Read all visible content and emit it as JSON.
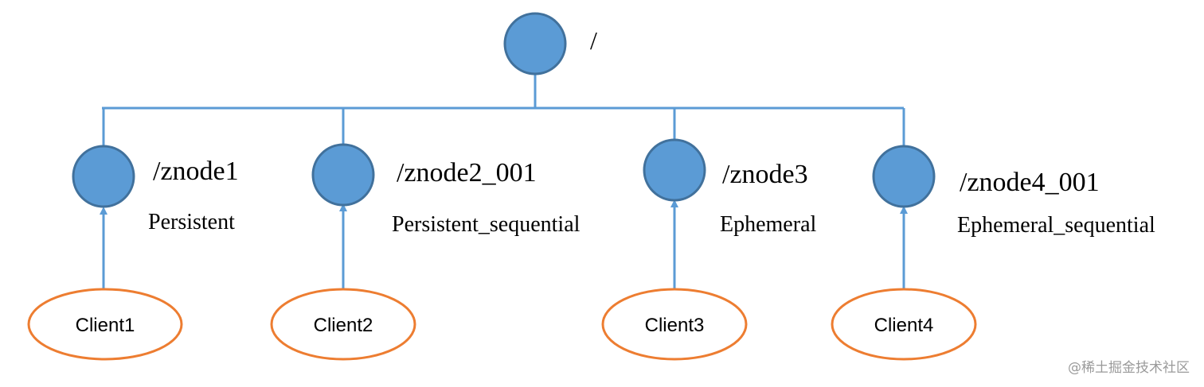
{
  "colors": {
    "node_fill": "#5b9bd5",
    "node_stroke": "#41719c",
    "line": "#5b9bd5",
    "client_stroke": "#ed7d31",
    "text": "#000000"
  },
  "root": {
    "label": "/"
  },
  "znodes": [
    {
      "path": "/znode1",
      "type": "Persistent"
    },
    {
      "path": "/znode2_001",
      "type": "Persistent_sequential"
    },
    {
      "path": "/znode3",
      "type": "Ephemeral"
    },
    {
      "path": "/znode4_001",
      "type": "Ephemeral_sequential"
    }
  ],
  "clients": [
    {
      "label": "Client1"
    },
    {
      "label": "Client2"
    },
    {
      "label": "Client3"
    },
    {
      "label": "Client4"
    }
  ],
  "watermark": "@稀土掘金技术社区"
}
